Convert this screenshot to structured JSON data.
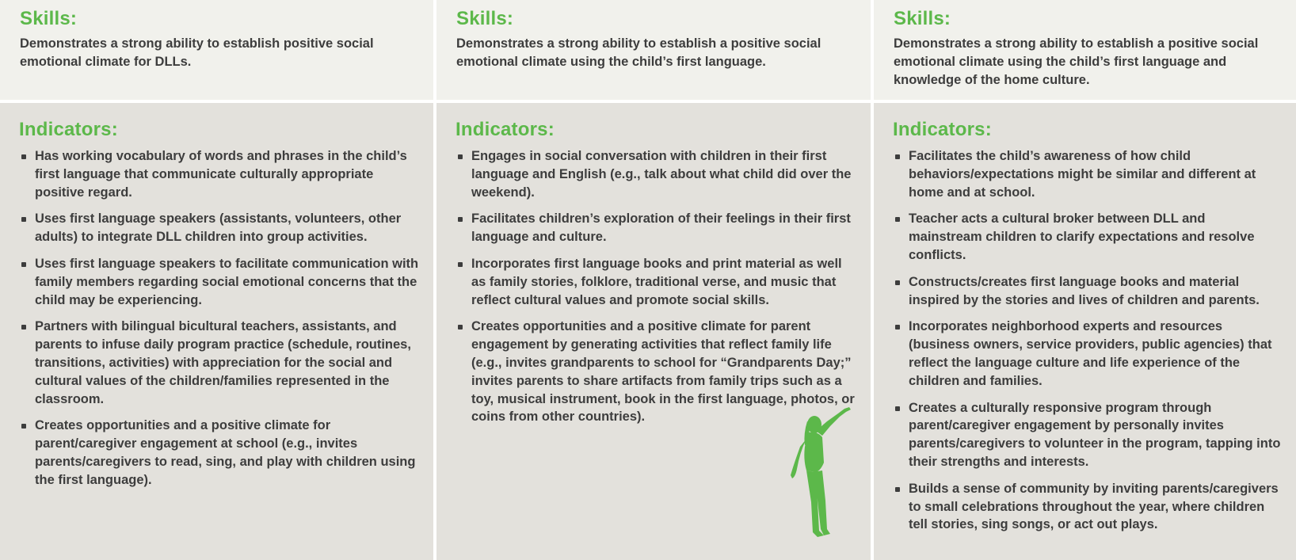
{
  "columns": [
    {
      "skills_heading": "Skills:",
      "skills_text": "Demonstrates a strong ability to establish positive social emotional climate for DLLs.",
      "indicators_heading": "Indicators:",
      "indicators": [
        "Has working vocabulary of words and phrases in the child’s first language that communicate culturally appropriate positive regard.",
        "Uses first language speakers (assistants, volunteers, other adults) to integrate DLL children into group activities.",
        "Uses first language speakers to facilitate communication with family members regarding social emotional concerns that the child may be experiencing.",
        "Partners with bilingual bicultural teachers, assistants, and parents to infuse daily program practice (schedule, routines, transitions, activities) with appreciation for the social and cultural values of the children/families represented in the classroom.",
        "Creates opportunities and a positive climate for parent/caregiver engagement at school (e.g., invites parents/caregivers to read, sing, and play with children using the first language)."
      ]
    },
    {
      "skills_heading": "Skills:",
      "skills_text": "Demonstrates a strong  ability to establish a  positive social emotional climate using the child’s first language.",
      "indicators_heading": "Indicators:",
      "indicators": [
        "Engages in social conversation with children in their first language and English (e.g., talk about what child did over the weekend).",
        "Facilitates children’s exploration of their feelings in their first language and culture.",
        "Incorporates first language books and print material as well as family stories, folklore, traditional verse, and music that reflect cultural values and promote social skills.",
        "Creates opportunities and a positive climate for parent engagement by generating activities that reflect family life (e.g., invites grandparents to school for “Grandparents Day;” invites parents to share artifacts from family trips such as a toy, musical instrument, book in the first language, photos, or coins from other countries)."
      ]
    },
    {
      "skills_heading": "Skills:",
      "skills_text": "Demonstrates a strong ability to establish a positive social emotional climate using the child’s first language and knowledge of the home culture.",
      "indicators_heading": "Indicators:",
      "indicators": [
        "Facilitates the child’s awareness of how child behaviors/expectations might be similar and different at home and at school.",
        "Teacher acts a cultural broker between DLL and mainstream children to clarify expectations and resolve conflicts.",
        "Constructs/creates first language books and material inspired by the stories and lives of children and parents.",
        "Incorporates neighborhood experts and resources (business owners, service providers, public agencies) that reflect the language culture and life experience of the children and families.",
        "Creates a culturally responsive program through parent/caregiver engagement by personally invites parents/caregivers to volunteer in the program, tapping into their strengths and interests.",
        "Builds a sense of community by inviting parents/caregivers to small celebrations throughout the year, where children tell stories, sing songs, or act out plays."
      ]
    }
  ],
  "colors": {
    "heading_green": "#5cb84a",
    "text": "#3d3d3d",
    "skills_bg": "#f1f1ec",
    "indicators_bg": "#e3e1dc"
  },
  "decoration": {
    "figure_icon": "child-reaching-silhouette-icon"
  }
}
